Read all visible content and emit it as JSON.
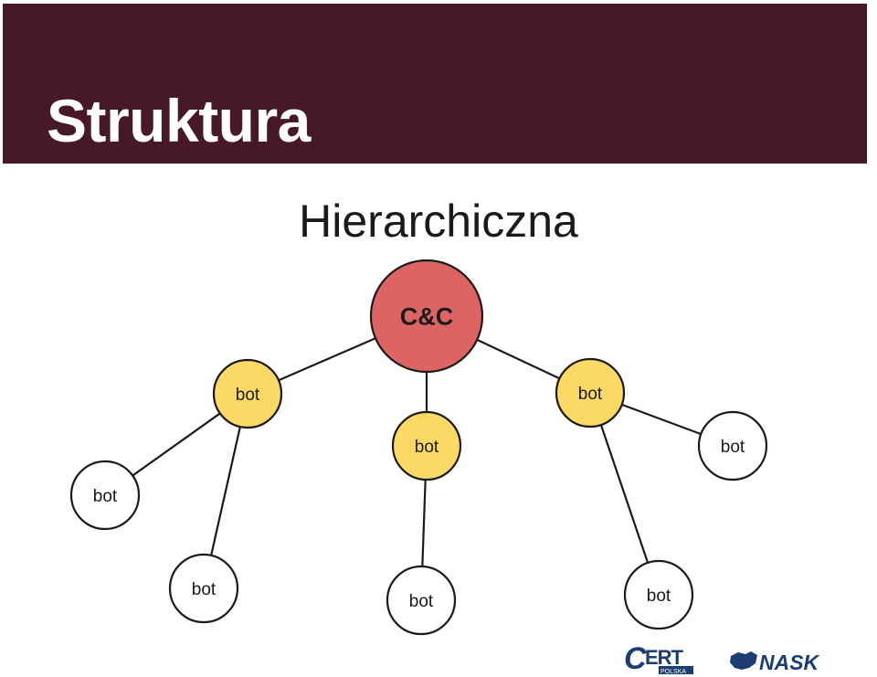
{
  "slide": {
    "title": "Struktura",
    "subtitle": "Hierarchiczna"
  },
  "diagram": {
    "type": "hierarchy",
    "colors": {
      "root": "#de6464",
      "level1": "#fcd965",
      "leaf": "#ffffff",
      "banner": "#461828"
    },
    "nodes": [
      {
        "id": "cc",
        "label": "C&C",
        "level": "root"
      },
      {
        "id": "b1",
        "label": "bot",
        "level": "level1"
      },
      {
        "id": "b2",
        "label": "bot",
        "level": "level1"
      },
      {
        "id": "b3",
        "label": "bot",
        "level": "level1"
      },
      {
        "id": "l1",
        "label": "bot",
        "level": "leaf"
      },
      {
        "id": "l2",
        "label": "bot",
        "level": "leaf"
      },
      {
        "id": "l3",
        "label": "bot",
        "level": "leaf"
      },
      {
        "id": "l4",
        "label": "bot",
        "level": "leaf"
      },
      {
        "id": "l5",
        "label": "bot",
        "level": "leaf"
      }
    ],
    "edges": [
      [
        "cc",
        "b1"
      ],
      [
        "cc",
        "b2"
      ],
      [
        "cc",
        "b3"
      ],
      [
        "b1",
        "l1"
      ],
      [
        "b1",
        "l2"
      ],
      [
        "b2",
        "l3"
      ],
      [
        "b3",
        "l4"
      ],
      [
        "b3",
        "l5"
      ]
    ]
  },
  "logos": {
    "cert": {
      "main": "CERT",
      "sub": "POLSKA",
      "icon": "cert-polska-logo"
    },
    "nask": {
      "text": "NASK",
      "icon": "nask-logo"
    }
  }
}
